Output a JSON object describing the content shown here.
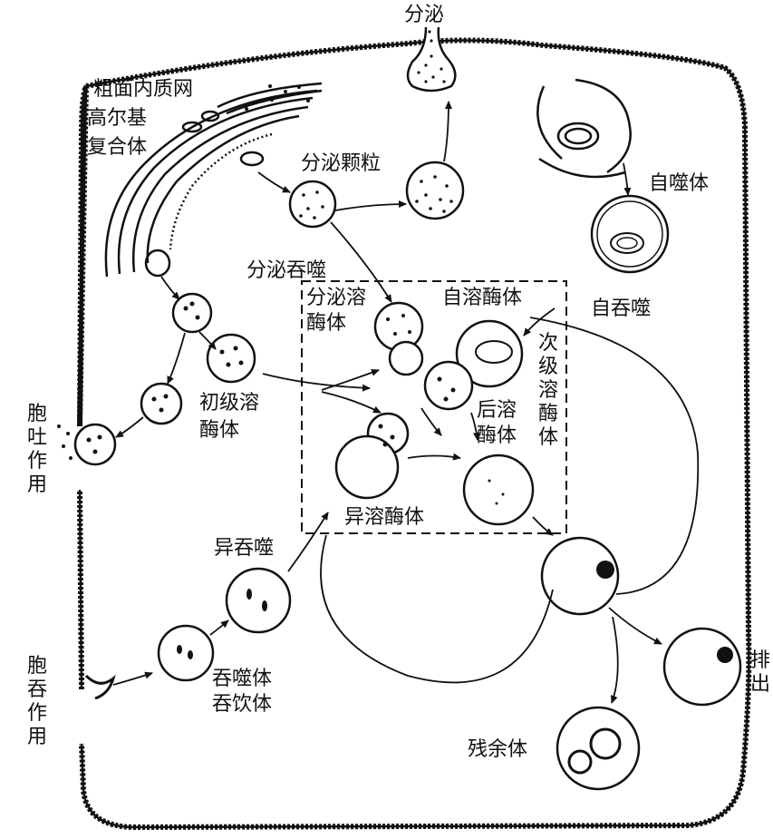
{
  "labels": {
    "secretion": "分泌",
    "rough_er": "粗面内质网",
    "golgi_line1": "高尔基",
    "golgi_line2": "复合体",
    "secretory_granule": "分泌颗粒",
    "autophagosome": "自噬体",
    "secretory_phagy": "分泌吞噬",
    "secretory_lyso_line1": "分泌溶",
    "secretory_lyso_line2": "酶体",
    "autolysosome": "自溶酶体",
    "autophagy": "自吞噬",
    "secondary_lyso": "次级溶酶体",
    "primary_lyso_line1": "初级溶",
    "primary_lyso_line2": "酶体",
    "exocytosis": "胞吐作用",
    "post_lyso_line1": "后溶",
    "post_lyso_line2": "酶体",
    "heterolysosome": "异溶酶体",
    "heterophagy": "异吞噬",
    "endocytosis": "胞吞作用",
    "phagosome": "吞噬体",
    "pinosome": "吞饮体",
    "residual_body": "残余体",
    "excretion": "排出"
  },
  "colors": {
    "ink": "#111111",
    "paper": "#ffffff"
  }
}
